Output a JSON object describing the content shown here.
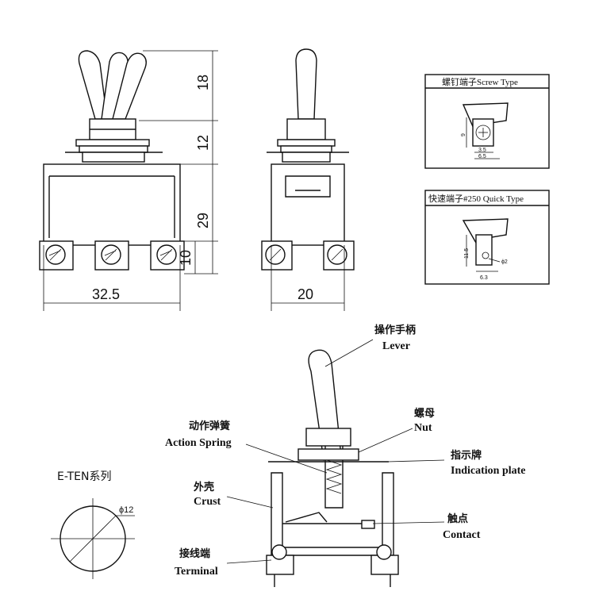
{
  "dimensions": {
    "lever_height": "18",
    "bushing_height": "12",
    "body_height": "29",
    "terminal_height": "10",
    "body_width": "32.5",
    "side_width": "20"
  },
  "screw_box": {
    "title": "螺钉端子Screw Type",
    "dim_9": "9",
    "dim_35": "3.5",
    "dim_65": "6.5"
  },
  "quick_box": {
    "title": "快速端子#250 Quick Type",
    "dim_115": "11.5",
    "dim_phi2": "ϕ2",
    "dim_63": "6.3"
  },
  "series": {
    "title": "E-TEN系列",
    "diameter": "ϕ12"
  },
  "labels": {
    "lever_zh": "操作手柄",
    "lever_en": "Lever",
    "nut_zh": "螺母",
    "nut_en": "Nut",
    "spring_zh": "动作弹簧",
    "spring_en": "Action Spring",
    "plate_zh": "指示牌",
    "plate_en": "Indication plate",
    "crust_zh": "外壳",
    "crust_en": "Crust",
    "contact_zh": "触点",
    "contact_en": "Contact",
    "terminal_zh": "接线端",
    "terminal_en": "Terminal"
  }
}
